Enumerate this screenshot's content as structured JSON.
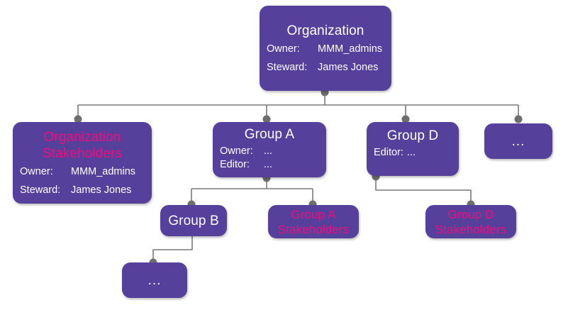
{
  "diagram": {
    "title": "Organization hierarchy with stakeholder groups",
    "colors": {
      "node_fill": "#55409B",
      "node_text": "#FFFFFF",
      "stakeholder_text": "#F20C7A",
      "connector": "#7A7A7A",
      "connector_dot": "#6E6E6E",
      "background": "#FFFFFF"
    },
    "nodes": [
      {
        "id": "organization",
        "title": "Organization",
        "title_color": "white",
        "rows": [
          {
            "key": "Owner:",
            "value": "MMM_admins"
          },
          {
            "key": "Steward:",
            "value": "James Jones"
          }
        ]
      },
      {
        "id": "organization-stakeholders",
        "title": "Organization\nStakeholders",
        "title_color": "pink",
        "rows": [
          {
            "key": "Owner:",
            "value": "MMM_admins"
          },
          {
            "key": "Steward:",
            "value": "James Jones"
          }
        ]
      },
      {
        "id": "group-a",
        "title": "Group A",
        "title_color": "white",
        "rows": [
          {
            "key": "Owner:",
            "value": "..."
          },
          {
            "key": "Editor:",
            "value": "..."
          }
        ]
      },
      {
        "id": "group-d",
        "title": "Group D",
        "title_color": "white",
        "rows": [
          {
            "key": "Editor:",
            "value": "..."
          }
        ]
      },
      {
        "id": "more-top",
        "title": "...",
        "title_color": "white",
        "rows": []
      },
      {
        "id": "group-b",
        "title": "Group B",
        "title_color": "white",
        "rows": []
      },
      {
        "id": "group-a-stakeholders",
        "title": "Group A\nStakeholders",
        "title_color": "pink",
        "rows": []
      },
      {
        "id": "group-d-stakeholders",
        "title": "Group D\nStakeholders",
        "title_color": "pink",
        "rows": []
      },
      {
        "id": "more-bottom",
        "title": "...",
        "title_color": "white",
        "rows": []
      }
    ],
    "edges": [
      {
        "from": "organization",
        "to": "organization-stakeholders"
      },
      {
        "from": "organization",
        "to": "group-a"
      },
      {
        "from": "organization",
        "to": "group-d"
      },
      {
        "from": "organization",
        "to": "more-top"
      },
      {
        "from": "group-a",
        "to": "group-b"
      },
      {
        "from": "group-a",
        "to": "group-a-stakeholders"
      },
      {
        "from": "group-d",
        "to": "group-d-stakeholders"
      },
      {
        "from": "group-b",
        "to": "more-bottom"
      }
    ]
  },
  "labels": {
    "organization_title": "Organization",
    "organization_owner_key": "Owner:",
    "organization_owner_value": "MMM_admins",
    "organization_steward_key": "Steward:",
    "organization_steward_value": "James Jones",
    "org_stakeholders_title": "Organization\nStakeholders",
    "org_stakeholders_owner_key": "Owner:",
    "org_stakeholders_owner_value": "MMM_admins",
    "org_stakeholders_steward_key": "Steward:",
    "org_stakeholders_steward_value": "James Jones",
    "group_a_title": "Group A",
    "group_a_owner_key": "Owner:",
    "group_a_owner_value": "...",
    "group_a_editor_key": "Editor:",
    "group_a_editor_value": "...",
    "group_d_title": "Group D",
    "group_d_editor_key": "Editor:",
    "group_d_editor_value": "...",
    "more_top_title": "...",
    "group_b_title": "Group B",
    "group_a_stakeholders_title": "Group A\nStakeholders",
    "group_d_stakeholders_title": "Group D\nStakeholders",
    "more_bottom_title": "..."
  }
}
